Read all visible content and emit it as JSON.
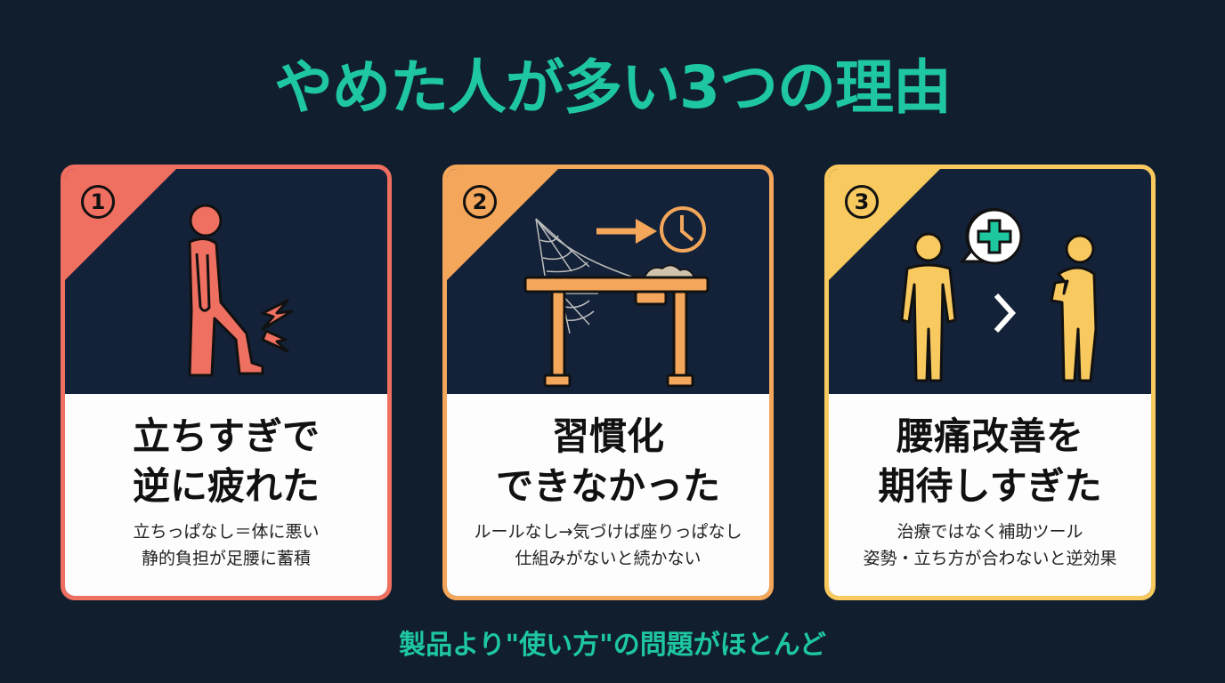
{
  "title": "やめた人が多い3つの理由",
  "colors": {
    "background": "#111e2d",
    "title": "#1ec7a0",
    "card1": "#ef6f60",
    "card2": "#f4a65a",
    "card3": "#f7c95e"
  },
  "cards": [
    {
      "number": "1",
      "icon": "person-leg-pain-icon",
      "heading": "立ちすぎで\n逆に疲れた",
      "sub": "立ちっぱなし＝体に悪い\n静的負担が足腰に蓄積"
    },
    {
      "number": "2",
      "icon": "dusty-standing-desk-icon",
      "heading": "習慣化\nできなかった",
      "sub": "ルールなし→気づけば座りっぱなし\n仕組みがないと続かない"
    },
    {
      "number": "3",
      "icon": "expectation-vs-backpain-icon",
      "heading": "腰痛改善を\n期待しすぎた",
      "sub": "治療ではなく補助ツール\n姿勢・立ち方が合わないと逆効果"
    }
  ],
  "footer": "製品より\"使い方\"の問題がほとんど"
}
